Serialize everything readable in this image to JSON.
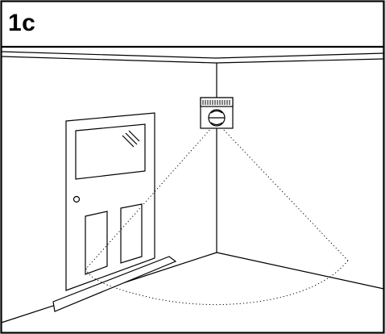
{
  "figure": {
    "label": "1c"
  },
  "colors": {
    "line": "#000000",
    "background": "#ffffff"
  },
  "illustration": {
    "elements": [
      "wall-corner",
      "ceiling-line",
      "floor-line",
      "door",
      "motion-sensor",
      "detection-zone"
    ]
  }
}
